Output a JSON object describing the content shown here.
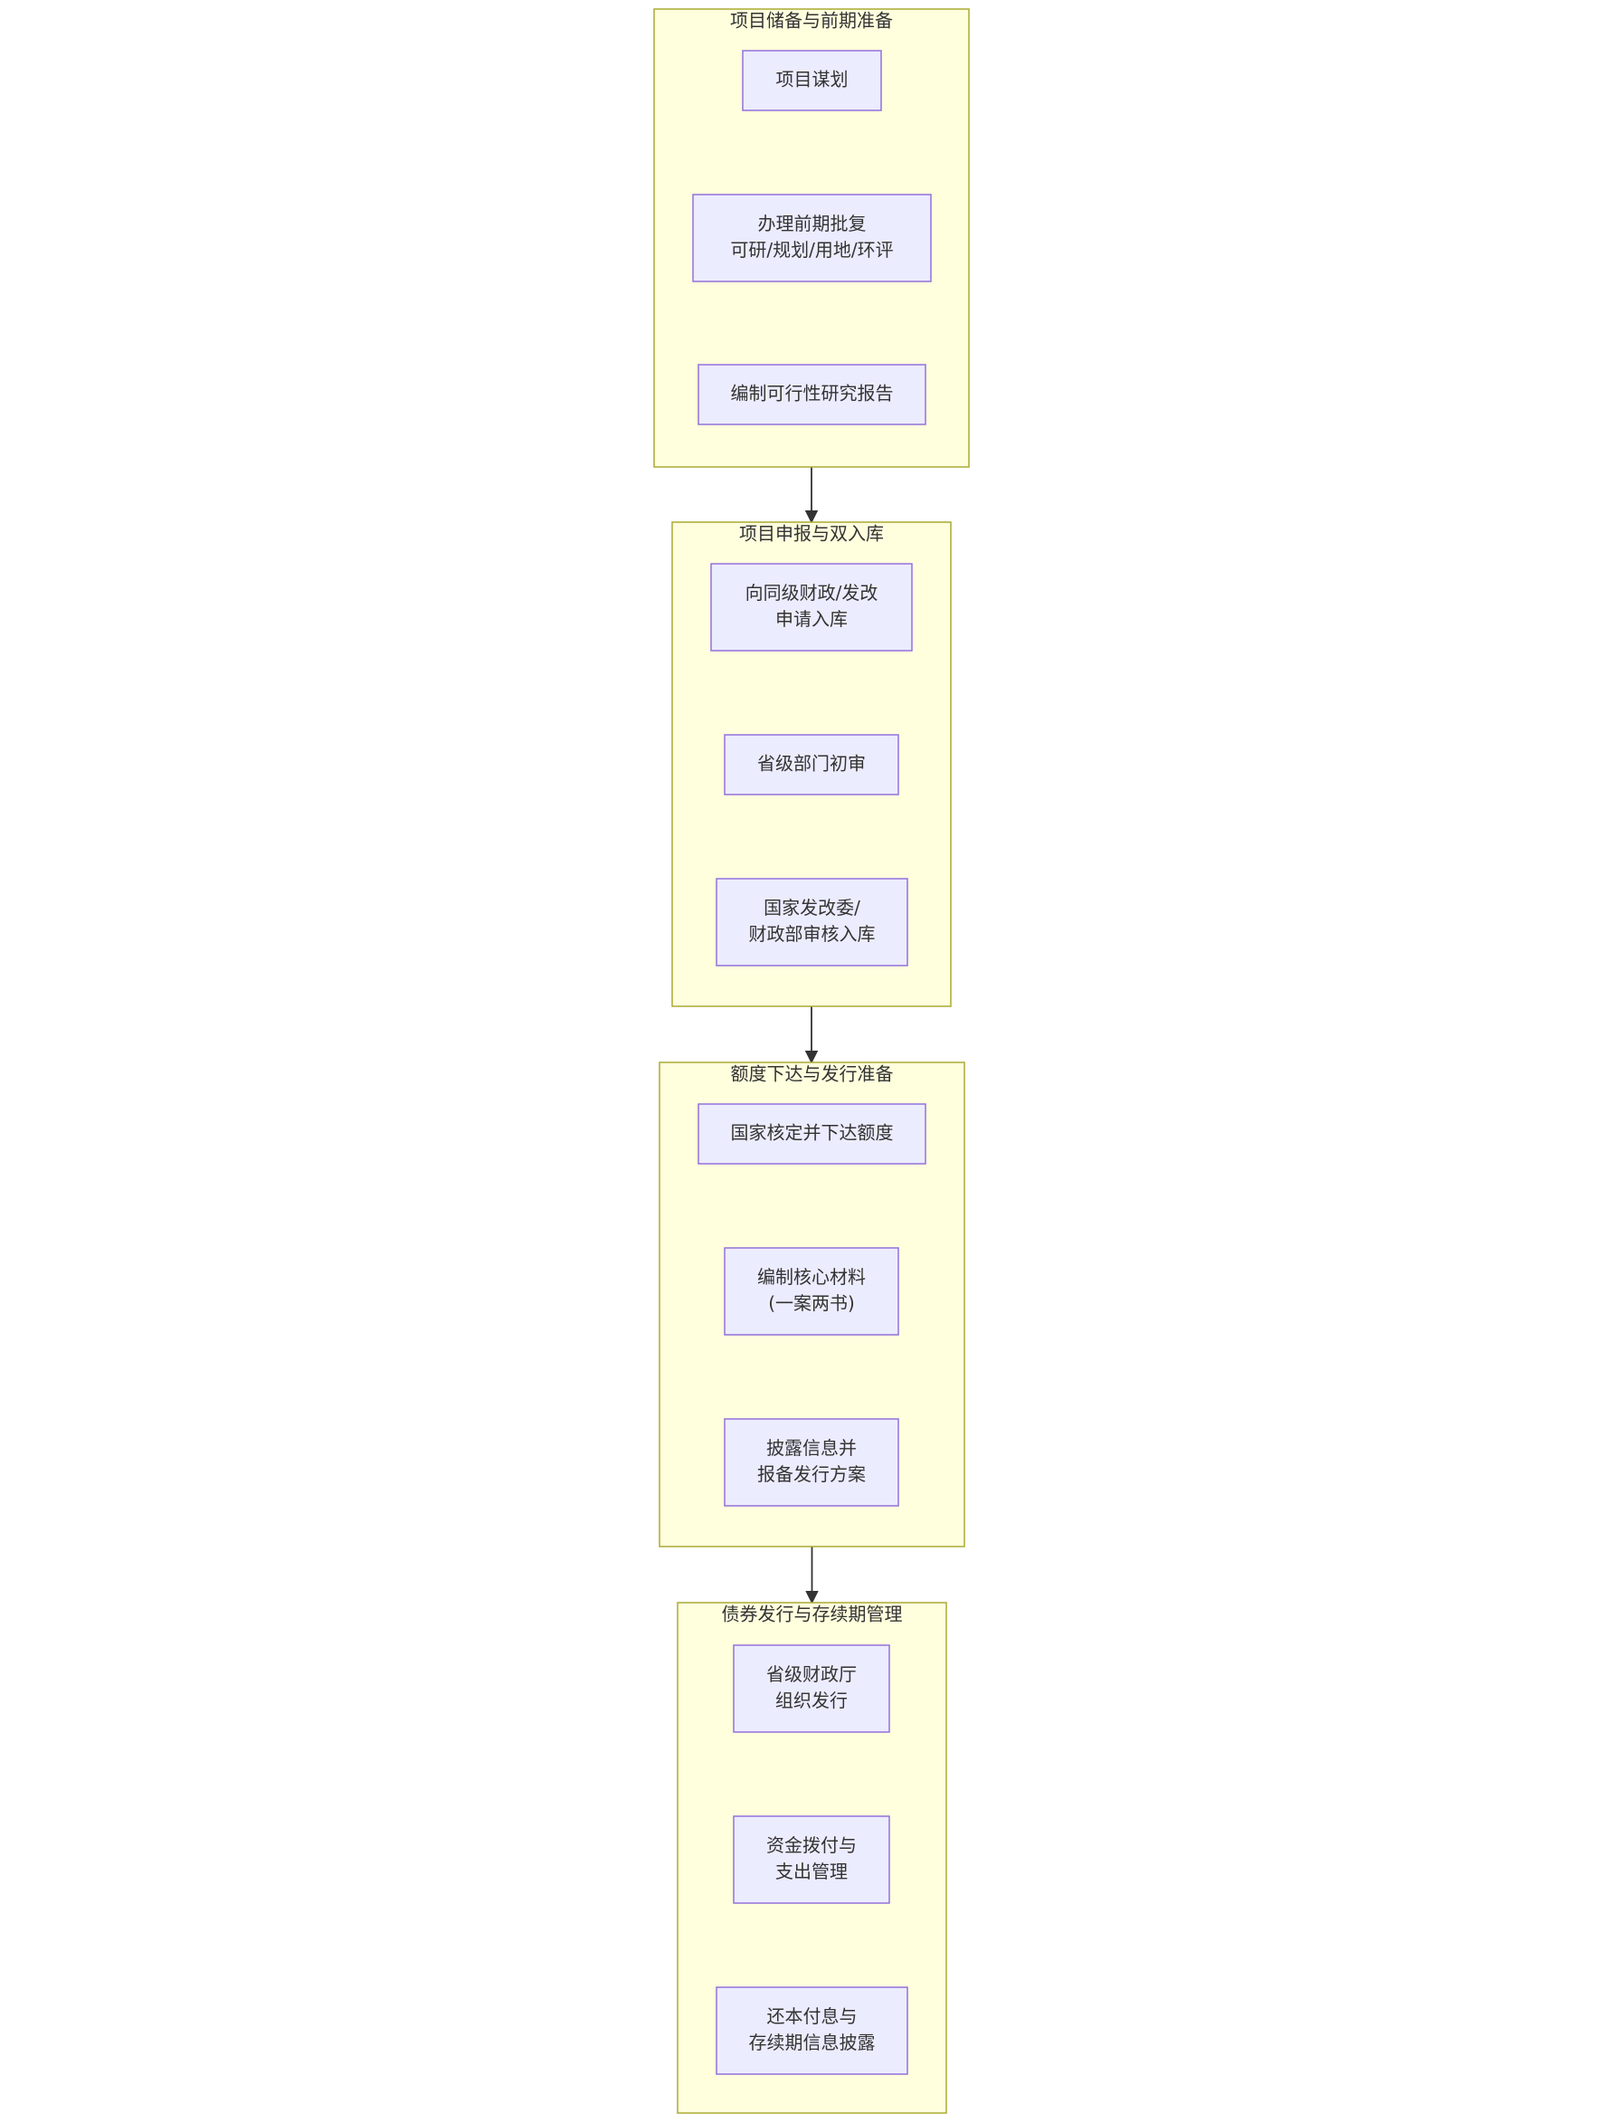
{
  "clusters": [
    {
      "id": "c1",
      "title": "项目储备与前期准备",
      "nodes": [
        {
          "id": "n1",
          "lines": [
            "项目谋划"
          ]
        },
        {
          "id": "n2",
          "lines": [
            "办理前期批复",
            "可研/规划/用地/环评"
          ]
        },
        {
          "id": "n3",
          "lines": [
            "编制可行性研究报告"
          ]
        }
      ]
    },
    {
      "id": "c2",
      "title": "项目申报与双入库",
      "nodes": [
        {
          "id": "n4",
          "lines": [
            "向同级财政/发改",
            "申请入库"
          ]
        },
        {
          "id": "n5",
          "lines": [
            "省级部门初审"
          ]
        },
        {
          "id": "n6",
          "lines": [
            "国家发改委/",
            "财政部审核入库"
          ]
        }
      ]
    },
    {
      "id": "c3",
      "title": "额度下达与发行准备",
      "nodes": [
        {
          "id": "n7",
          "lines": [
            "国家核定并下达额度"
          ]
        },
        {
          "id": "n8",
          "lines": [
            "编制核心材料",
            "(一案两书)"
          ]
        },
        {
          "id": "n9",
          "lines": [
            "披露信息并",
            "报备发行方案"
          ]
        }
      ]
    },
    {
      "id": "c4",
      "title": "债券发行与存续期管理",
      "nodes": [
        {
          "id": "n10",
          "lines": [
            "省级财政厅",
            "组织发行"
          ]
        },
        {
          "id": "n11",
          "lines": [
            "资金拨付与",
            "支出管理"
          ]
        },
        {
          "id": "n12",
          "lines": [
            "还本付息与",
            "存续期信息披露"
          ]
        }
      ]
    }
  ],
  "edges": [
    {
      "from": "n1",
      "to": "n2"
    },
    {
      "from": "n2",
      "to": "n3"
    },
    {
      "from": "c1",
      "to": "c2"
    },
    {
      "from": "n4",
      "to": "n5"
    },
    {
      "from": "n5",
      "to": "n6"
    },
    {
      "from": "c2",
      "to": "c3"
    },
    {
      "from": "n7",
      "to": "n8"
    },
    {
      "from": "n8",
      "to": "n9"
    },
    {
      "from": "c3",
      "to": "c4"
    },
    {
      "from": "n10",
      "to": "n11"
    },
    {
      "from": "n11",
      "to": "n12"
    }
  ],
  "colors": {
    "cluster_fill": "#ffffde",
    "cluster_stroke": "#aaaa33",
    "node_fill": "#ececff",
    "node_stroke": "#9370db",
    "edge": "#333333",
    "text": "#333333"
  }
}
